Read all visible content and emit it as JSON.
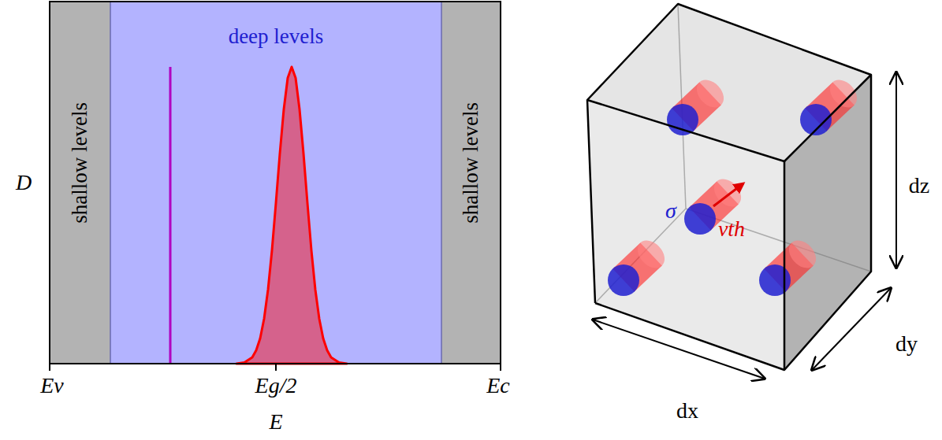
{
  "diagram": {
    "nodes": [
      {
        "text": [
          "shallow levels"
        ]
      },
      {
        "text": [
          "deep levels"
        ]
      },
      {
        "text": [
          "shallow levels"
        ]
      }
    ],
    "labels": [
      "D",
      "Ev",
      "Eg/2",
      "Ec",
      "E",
      "σ",
      "vth",
      "dx",
      "dy",
      "dz"
    ]
  }
}
